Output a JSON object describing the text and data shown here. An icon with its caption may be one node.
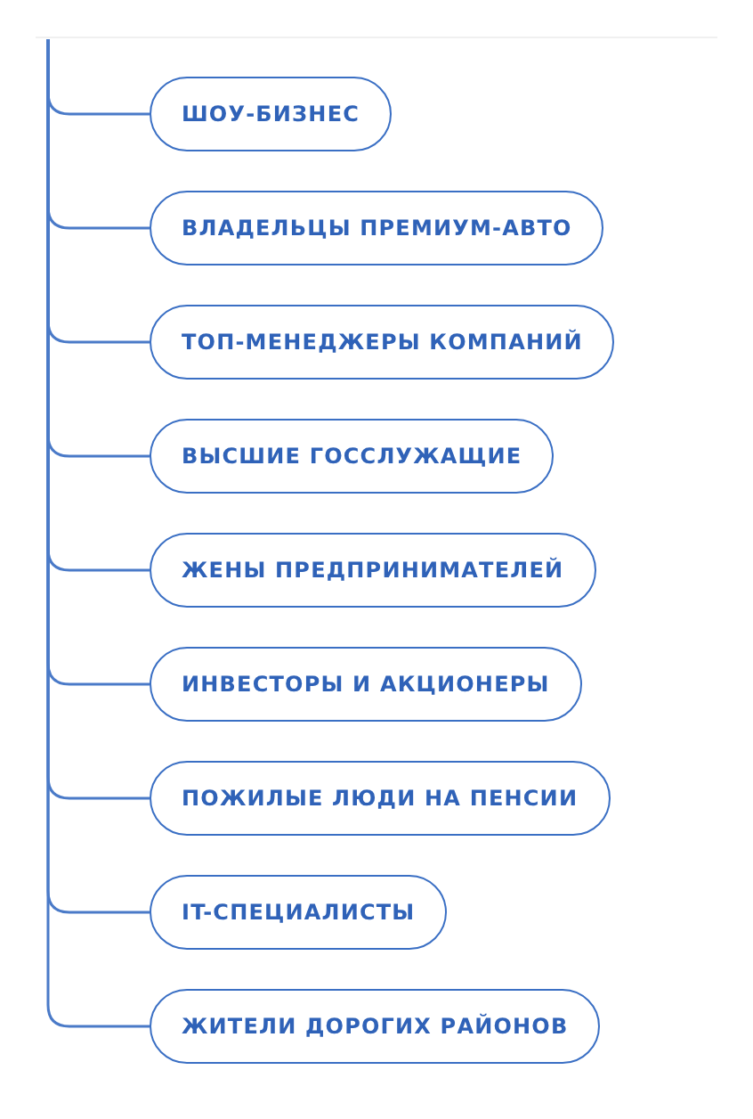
{
  "diagram": {
    "nodes": [
      {
        "text": [
          "ШОУ-БИЗНЕС"
        ]
      },
      {
        "text": [
          "ВЛАДЕЛЬЦЫ ПРЕМИУМ-АВТО"
        ]
      },
      {
        "text": [
          "ТОП-МЕНЕДЖЕРЫ КОМПАНИЙ"
        ]
      },
      {
        "text": [
          "ВЫСШИЕ ГОССЛУЖАЩИЕ"
        ]
      },
      {
        "text": [
          "ЖЕНЫ ПРЕДПРИНИМАТЕЛЕЙ"
        ]
      },
      {
        "text": [
          "ИНВЕСТОРЫ И АКЦИОНЕРЫ"
        ]
      },
      {
        "text": [
          "ПОЖИЛЫЕ ЛЮДИ НА ПЕНСИИ"
        ]
      },
      {
        "text": [
          "IT-СПЕЦИАЛИСТЫ"
        ]
      },
      {
        "text": [
          "ЖИТЕЛИ ДОРОГИХ РАЙОНОВ"
        ]
      }
    ],
    "edges": [
      {
        "from": null,
        "to": 0,
        "arrow": "none"
      },
      {
        "from": null,
        "to": 1,
        "arrow": "none"
      },
      {
        "from": null,
        "to": 2,
        "arrow": "none"
      },
      {
        "from": null,
        "to": 3,
        "arrow": "none"
      },
      {
        "from": null,
        "to": 4,
        "arrow": "none"
      },
      {
        "from": null,
        "to": 5,
        "arrow": "none"
      },
      {
        "from": null,
        "to": 6,
        "arrow": "none"
      },
      {
        "from": null,
        "to": 7,
        "arrow": "none"
      },
      {
        "from": null,
        "to": 8,
        "arrow": "none"
      }
    ]
  }
}
